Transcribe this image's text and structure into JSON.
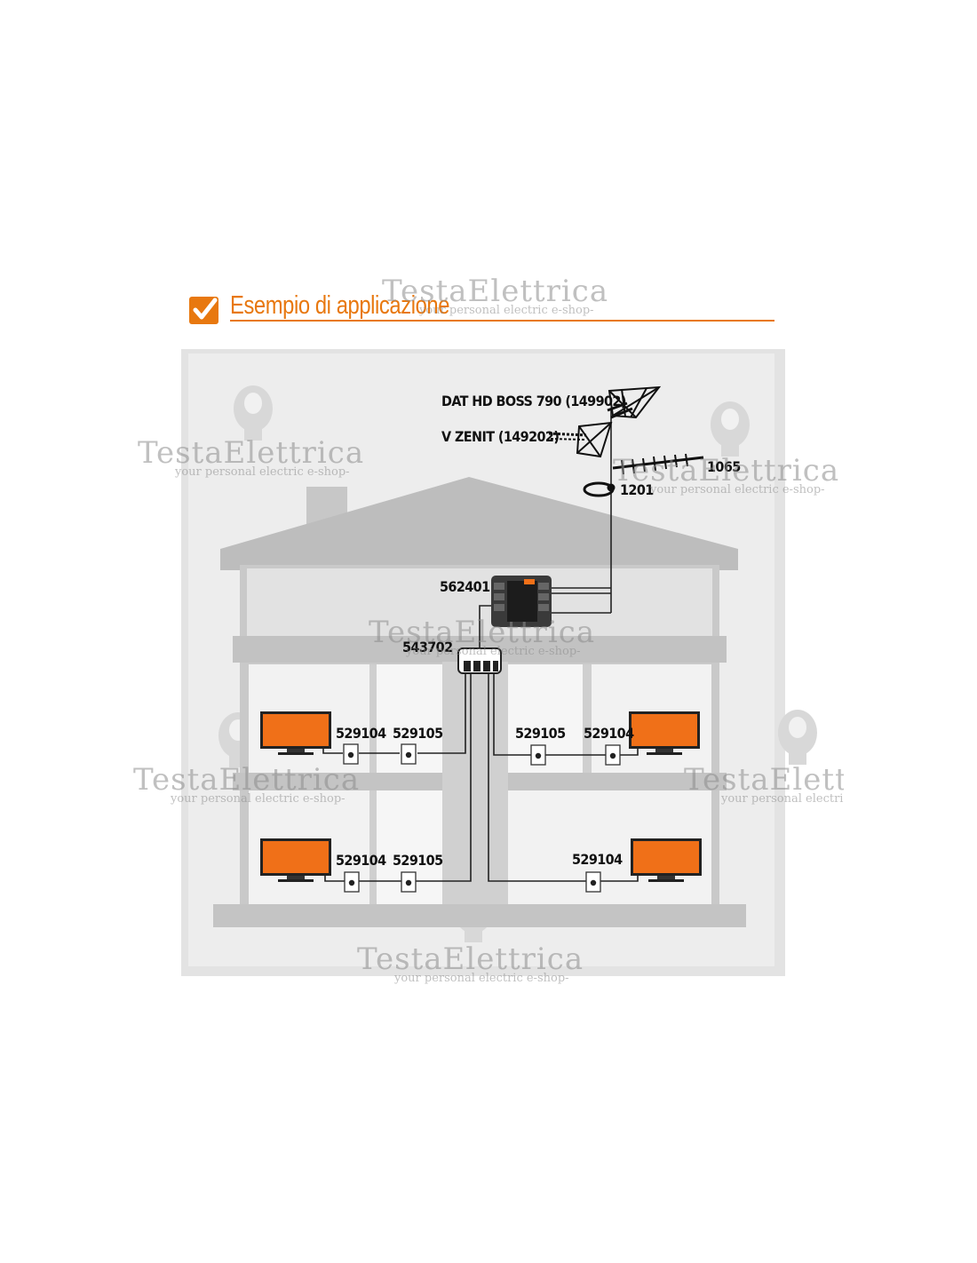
{
  "header": {
    "title": "Esempio di applicazione",
    "accent_color": "#e8780f",
    "icon": "checkbox-checked-icon"
  },
  "watermark": {
    "brand": "TestaElettrica",
    "tagline": "your personal electric e-shop-"
  },
  "diagram": {
    "antennas": {
      "dat": "DAT HD BOSS 790 (149902)",
      "vzenit": "V ZENIT (149202)",
      "yagi": "1065",
      "mast_clamp": "1201"
    },
    "amplifier": "562401",
    "splitter": "543702",
    "floor_upper": {
      "left_tv_socket": "529104",
      "left_pass_socket": "529105",
      "right_pass_socket": "529105",
      "right_tv_socket": "529104"
    },
    "floor_lower": {
      "left_tv_socket": "529104",
      "left_pass_socket": "529105",
      "right_tv_socket": "529104"
    },
    "tv_color": "#f07018"
  }
}
